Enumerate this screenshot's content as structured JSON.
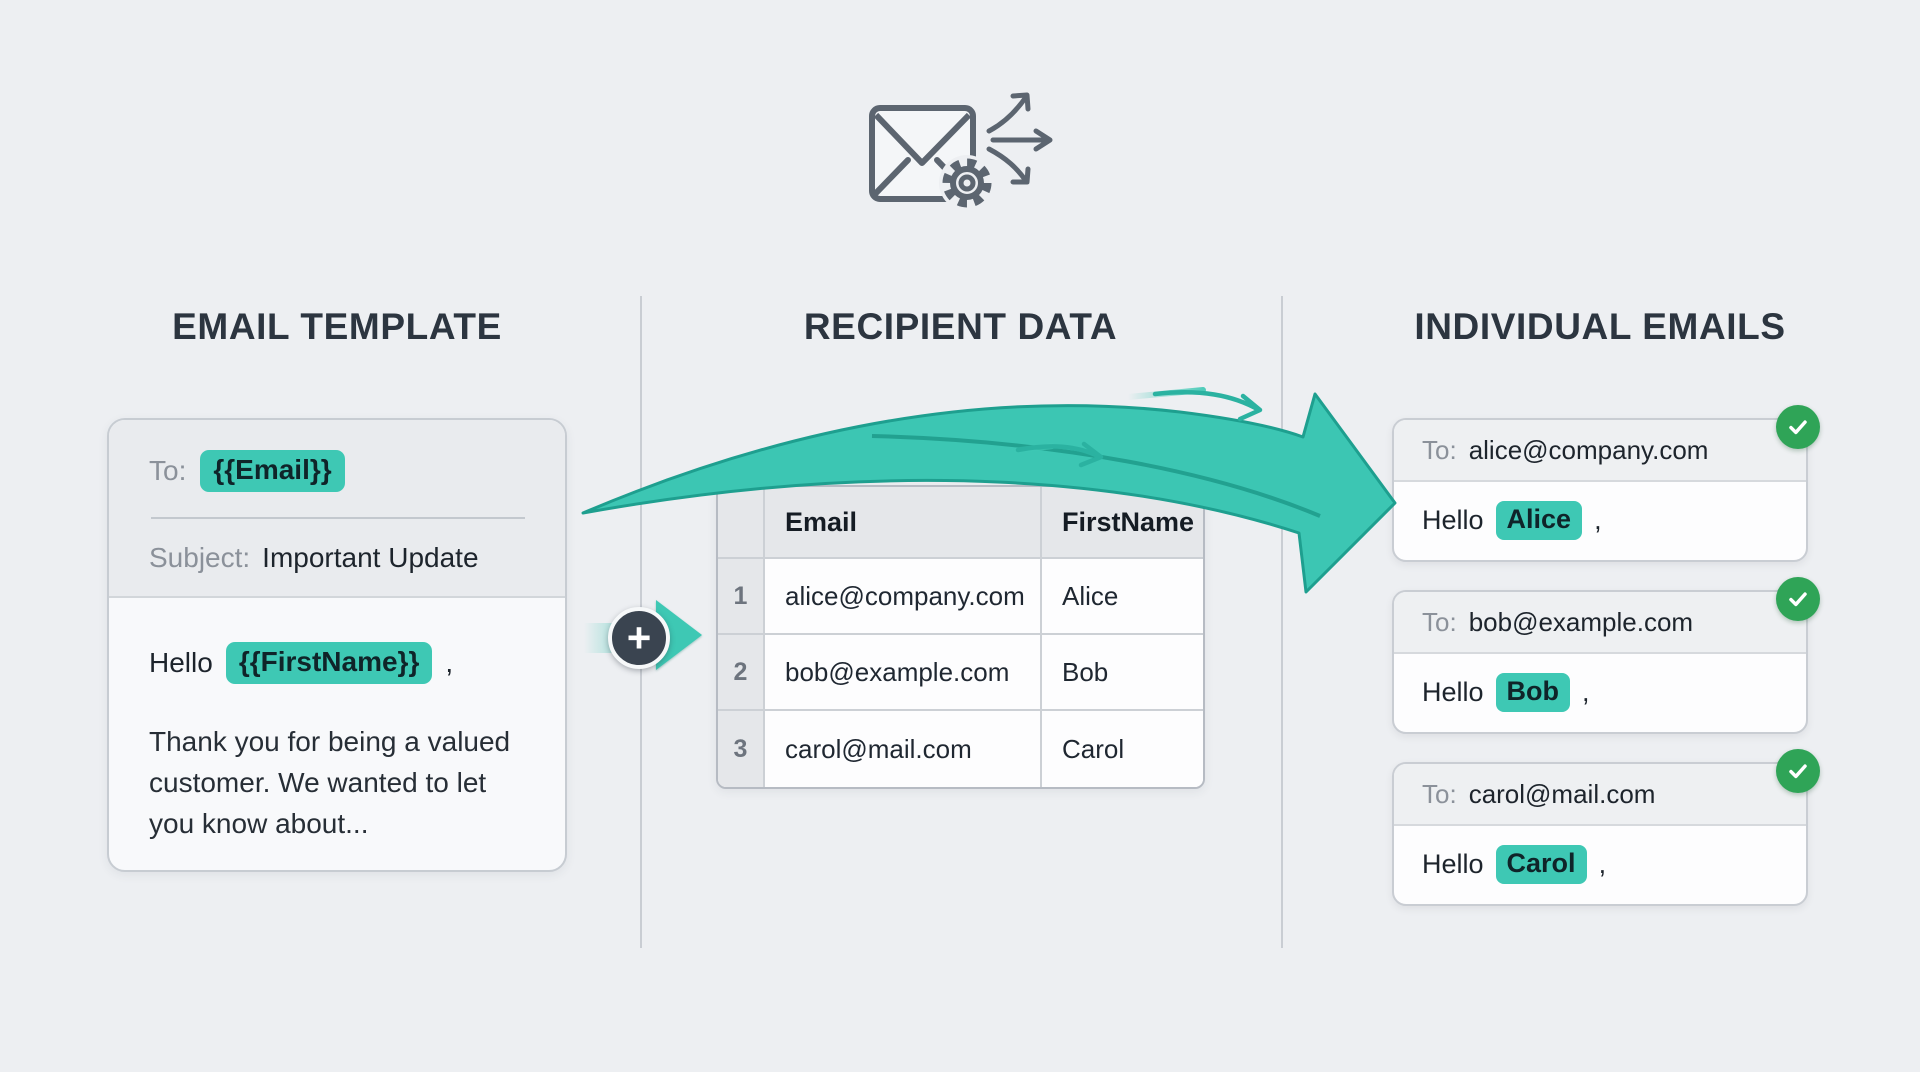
{
  "colors": {
    "background": "#edeff2",
    "accent_teal": "#3ec8b4",
    "accent_teal_dark": "#1e9f8f",
    "success_green": "#2fa457",
    "heading_text": "#2c3540",
    "plus_circle": "#3a4450"
  },
  "connector": {
    "plus_symbol": "+"
  },
  "columns": {
    "template": {
      "heading": "EMAIL TEMPLATE",
      "card": {
        "to_label": "To:",
        "to_value": "{{Email}}",
        "subject_label": "Subject:",
        "subject_value": "Important Update",
        "greeting_prefix": "Hello",
        "greeting_variable": "{{FirstName}}",
        "greeting_suffix": ",",
        "body_text": "Thank you for being a valued customer. We wanted to let you know about..."
      }
    },
    "recipients": {
      "heading": "RECIPIENT DATA",
      "table": {
        "headers": [
          "Email",
          "FirstName"
        ],
        "rows": [
          {
            "num": "1",
            "email": "alice@company.com",
            "first_name": "Alice"
          },
          {
            "num": "2",
            "email": "bob@example.com",
            "first_name": "Bob"
          },
          {
            "num": "3",
            "email": "carol@mail.com",
            "first_name": "Carol"
          }
        ]
      }
    },
    "individual": {
      "heading": "INDIVIDUAL EMAILS",
      "emails": [
        {
          "to_label": "To:",
          "to_value": "alice@company.com",
          "greeting_prefix": "Hello",
          "name": "Alice",
          "greeting_suffix": ","
        },
        {
          "to_label": "To:",
          "to_value": "bob@example.com",
          "greeting_prefix": "Hello",
          "name": "Bob",
          "greeting_suffix": ","
        },
        {
          "to_label": "To:",
          "to_value": "carol@mail.com",
          "greeting_prefix": "Hello",
          "name": "Carol",
          "greeting_suffix": ","
        }
      ]
    }
  }
}
